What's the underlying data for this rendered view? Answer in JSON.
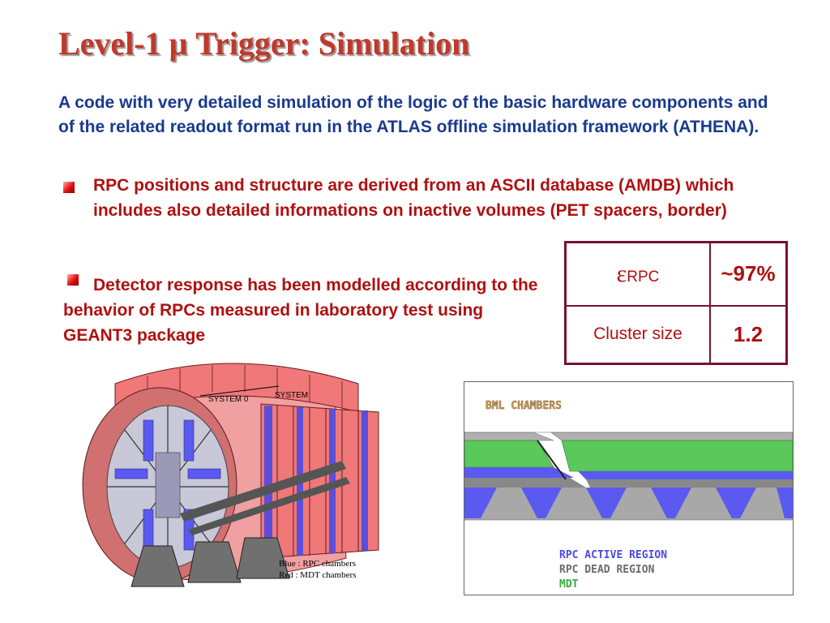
{
  "title": "Level-1 μ Trigger: Simulation",
  "intro": "A code with very detailed simulation of the logic of the basic hardware components and of the related readout format run in the ATLAS offline simulation framework (ATHENA).",
  "bullets": [
    {
      "text": "RPC positions and structure are derived from an ASCII database (AMDB) which includes also detailed informations on inactive volumes (PET spacers, border)"
    },
    {
      "text": "Detector response has been modelled according to the behavior of RPCs measured in laboratory test using GEANT3 package"
    }
  ],
  "table": {
    "eps_symbol": "ε",
    "eps_sub": "RPC",
    "eps_value": "~97%",
    "cluster_label": "Cluster size",
    "cluster_value": "1.2"
  },
  "figure_left": {
    "label_system0": "SYSTEM 0",
    "label_system": "SYSTEM",
    "legend_blue": "Blue : RPC chambers",
    "legend_red": "Red : MDT chambers"
  },
  "figure_right": {
    "title": "BML CHAMBERS",
    "legend": [
      "RPC ACTIVE REGION",
      "RPC DEAD REGION",
      "MDT"
    ]
  },
  "colors": {
    "title": "#c0392b",
    "intro": "#1a3a8f",
    "bullet_text": "#b01010",
    "table_border": "#7a1030",
    "rpc_blue": "#4a4ae6",
    "mdt_red": "#f07878",
    "mdt_green": "#5ac85a",
    "gray": "#a0a0a0"
  }
}
